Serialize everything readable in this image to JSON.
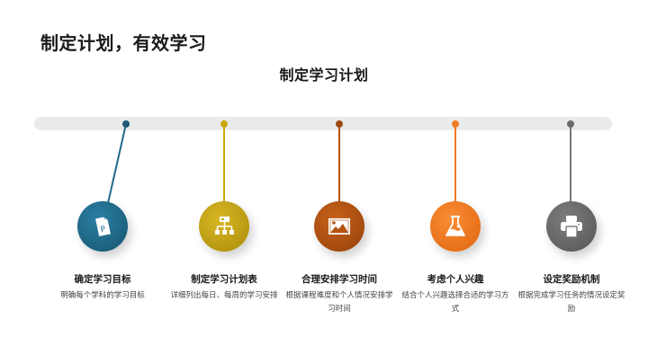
{
  "header": {
    "title": "制定计划，有效学习",
    "subtitle": "制定学习计划"
  },
  "timeline": {
    "track_color": "#e9eaeb",
    "steps": [
      {
        "title": "确定学习目标",
        "description": "明确每个学科的学习目标",
        "icon": "document-p-icon",
        "color": "#1f6a8a"
      },
      {
        "title": "制定学习计划表",
        "description": "详细列出每日、每周的学习安排",
        "icon": "hierarchy-icon",
        "color": "#c9a80e"
      },
      {
        "title": "合理安排学习时间",
        "description": "根据课程难度和个人情况安排学习时间",
        "icon": "image-icon",
        "color": "#b5520d"
      },
      {
        "title": "考虑个人兴趣",
        "description": "结合个人兴趣选择合适的学习方式",
        "icon": "flask-icon",
        "color": "#f07a1f"
      },
      {
        "title": "设定奖励机制",
        "description": "根据完成学习任务的情况设定奖励",
        "icon": "printer-icon",
        "color": "#6b6b6b"
      }
    ]
  }
}
